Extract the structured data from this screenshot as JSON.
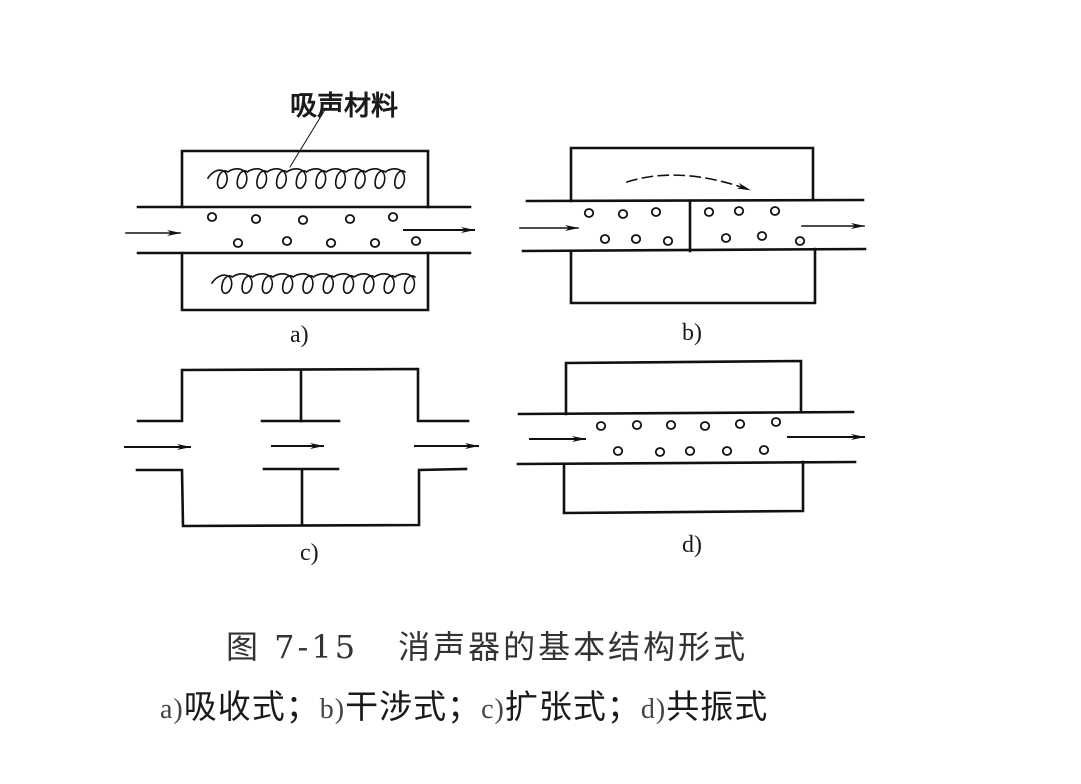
{
  "figure": {
    "number": "图 7-15",
    "title": "消声器的基本结构形式",
    "subcaption": [
      {
        "prefix": "a)",
        "text": "吸收式"
      },
      {
        "prefix": "b)",
        "text": "干涉式"
      },
      {
        "prefix": "c)",
        "text": "扩张式"
      },
      {
        "prefix": "d)",
        "text": "共振式"
      }
    ],
    "separator": "；"
  },
  "panels": {
    "a": {
      "label": "a)",
      "annotation": "吸声材料",
      "type": "absorption"
    },
    "b": {
      "label": "b)",
      "type": "interference"
    },
    "c": {
      "label": "c)",
      "type": "expansion"
    },
    "d": {
      "label": "d)",
      "type": "resonance"
    }
  },
  "colors": {
    "ink": "#111111",
    "background": "#ffffff"
  }
}
